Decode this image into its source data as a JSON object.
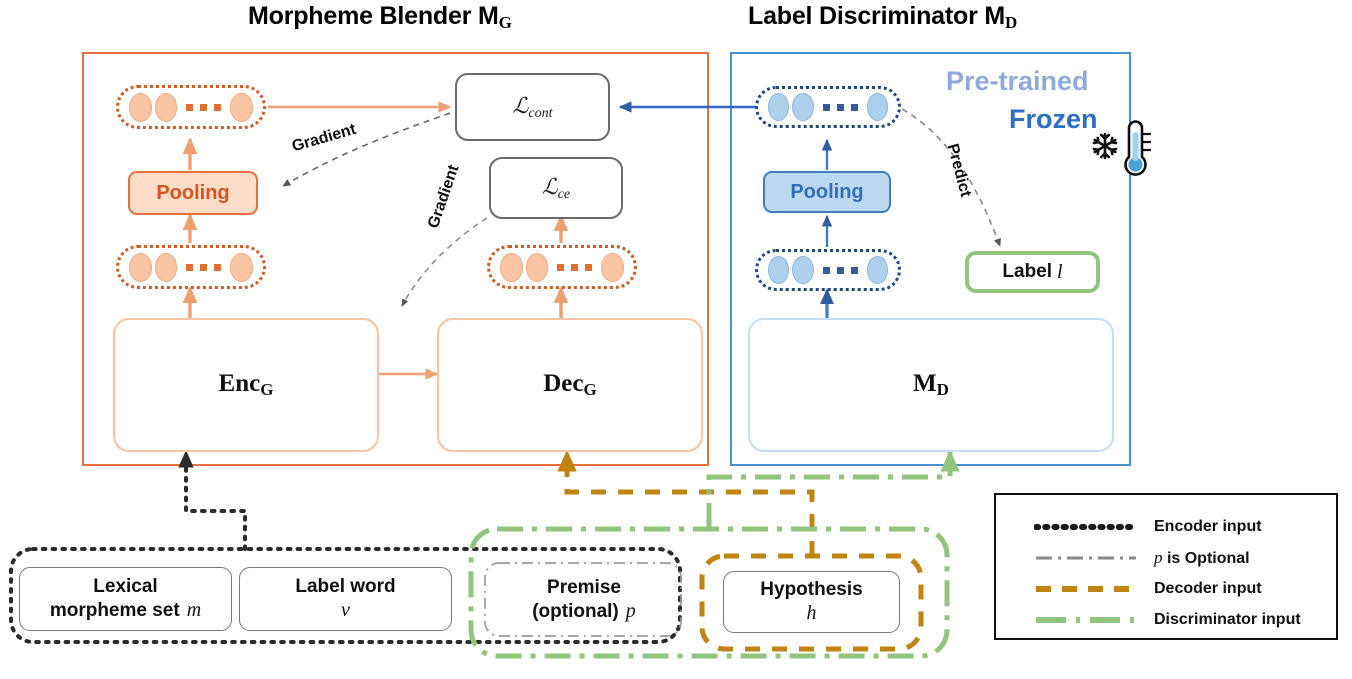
{
  "figure": {
    "titles": {
      "generator": {
        "text": "Morpheme Blender M",
        "subscript": "G"
      },
      "discriminator": {
        "text": "Label Discriminator M",
        "subscript": "D"
      }
    },
    "generator": {
      "encoder_block": {
        "text": "Enc",
        "subscript": "G"
      },
      "decoder_block": {
        "text": "Dec",
        "subscript": "G"
      },
      "pooling": "Pooling",
      "loss_contrastive": {
        "text": "ℒ",
        "subscript": "cont"
      },
      "loss_crossentropy": {
        "text": "ℒ",
        "subscript": "ce"
      },
      "gradient_pooling": "Gradient",
      "gradient_decoder": "Gradient"
    },
    "discriminator": {
      "model_block": {
        "text": "M",
        "subscript": "D"
      },
      "pooling": "Pooling",
      "predict": "Predict",
      "label_box": {
        "text": "Label",
        "symbol": "l"
      },
      "pretrained": "Pre-trained",
      "frozen": "Frozen",
      "thermometer_icon": "thermometer-icon",
      "snowflake_icon": "snowflake-icon"
    },
    "inputs": [
      {
        "name": "lexical-morpheme-set",
        "line1": "Lexical",
        "line2": "morpheme set",
        "symbol": "m"
      },
      {
        "name": "label-word",
        "line1": "Label word",
        "line2": "",
        "symbol": "v"
      },
      {
        "name": "premise",
        "line1": "Premise",
        "line2": "(optional)",
        "symbol": "p"
      },
      {
        "name": "hypothesis",
        "line1": "Hypothesis",
        "line2": "",
        "symbol": "h"
      }
    ],
    "legend": {
      "rows": [
        {
          "key": "encoder-input",
          "style": "dotted",
          "color": "#1a1a1a",
          "label": "Encoder input",
          "label_prefix": "",
          "label_italic": ""
        },
        {
          "key": "p-is-optional",
          "style": "dashdot",
          "color": "#8a8a8a",
          "label": " is Optional",
          "label_prefix": "",
          "label_italic": "p"
        },
        {
          "key": "decoder-input",
          "style": "dashed",
          "color": "#c08410",
          "label": "Decoder input",
          "label_prefix": "",
          "label_italic": ""
        },
        {
          "key": "discriminator-input",
          "style": "dashdotgreen",
          "color": "#93c47d",
          "label": "Discriminator input",
          "label_prefix": "",
          "label_italic": ""
        }
      ]
    },
    "colors": {
      "generator_frame": "#e8703a",
      "discriminator_frame": "#4a90d0",
      "generator_accent": "#f0a070",
      "discriminator_accent": "#4a7fc0",
      "encoder_input": "#1a1a1a",
      "decoder_input": "#c08410",
      "discriminator_input": "#93c47d",
      "optional": "#9a9a9a",
      "loss_border": "#6b6b6b",
      "label_green": "#93c47d",
      "pretrained_text": "#8fa9dd",
      "frozen_text": "#2c6fc4"
    }
  }
}
